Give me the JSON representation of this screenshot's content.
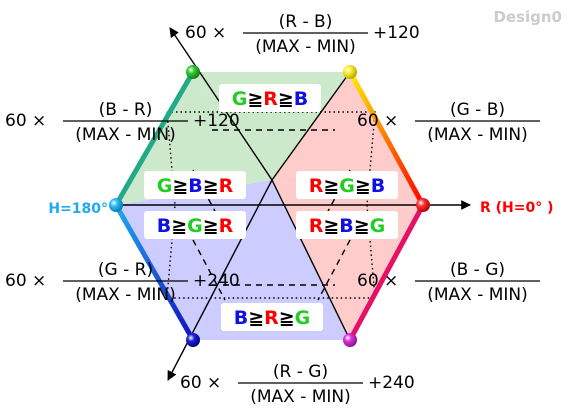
{
  "brand": "Design0",
  "hue_label_0": "R (H=0° )",
  "hue_label_180": "H=180°",
  "formulas": [
    {
      "prefix": "60 ×",
      "numerator": "(R - B)",
      "denominator": "(MAX - MIN)",
      "suffix": "+120"
    },
    {
      "prefix": "60 ×",
      "numerator": "(B - R)",
      "denominator": "(MAX - MIN)",
      "suffix": "+120"
    },
    {
      "prefix": "60 ×",
      "numerator": "(G - B)",
      "denominator": "(MAX - MIN)",
      "suffix": ""
    },
    {
      "prefix": "60 ×",
      "numerator": "(G - R)",
      "denominator": "(MAX - MIN)",
      "suffix": "+240"
    },
    {
      "prefix": "60 ×",
      "numerator": "(B - G)",
      "denominator": "(MAX - MIN)",
      "suffix": ""
    },
    {
      "prefix": "60 ×",
      "numerator": "(R - G)",
      "denominator": "(MAX - MIN)",
      "suffix": "+240"
    }
  ],
  "orderings": [
    [
      "G",
      "≧",
      "R",
      "≧",
      "B"
    ],
    [
      "R",
      "≧",
      "G",
      "≧",
      "B"
    ],
    [
      "G",
      "≧",
      "B",
      "≧",
      "R"
    ],
    [
      "R",
      "≧",
      "B",
      "≧",
      "G"
    ],
    [
      "B",
      "≧",
      "G",
      "≧",
      "R"
    ],
    [
      "B",
      "≧",
      "R",
      "≧",
      "G"
    ]
  ],
  "colors": {
    "R": "#ff0000",
    "G": "#22cc22",
    "B": "#1010e0",
    "≧": "#000000",
    "hue_0": "#ff0000",
    "hue_180": "#22aaee",
    "brand": "#cccccc",
    "vertex_top_left": "#22aa22",
    "vertex_top_right": "#ffee00",
    "vertex_right": "#ff0000",
    "vertex_bottom_right": "#cc22cc",
    "vertex_bottom_left": "#1010c0",
    "vertex_left": "#22aaee"
  }
}
